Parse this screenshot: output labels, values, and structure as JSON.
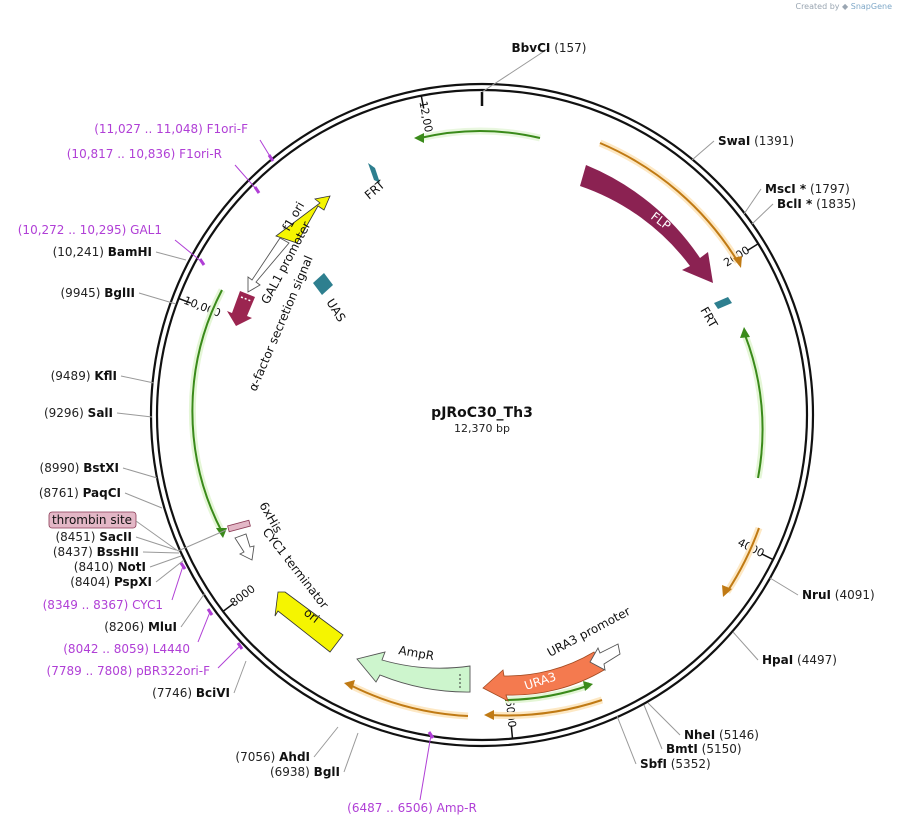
{
  "credit": {
    "prefix": "Created by",
    "brand": "SnapGene"
  },
  "plasmid": {
    "name": "pJRoC30_Th3",
    "length_label": "12,370 bp",
    "length": 12370
  },
  "ticks": [
    {
      "label": "2000",
      "bp": 2000
    },
    {
      "label": "4000",
      "bp": 4000
    },
    {
      "label": "6000",
      "bp": 6000
    },
    {
      "label": "8000",
      "bp": 8000
    },
    {
      "label": "10,000",
      "bp": 10000
    },
    {
      "label": "12,000",
      "bp": 12000
    }
  ],
  "sites": [
    {
      "name": "BbvCI",
      "pos": "(157)",
      "bp": 157
    },
    {
      "name": "SwaI",
      "pos": "(1391)",
      "bp": 1391
    },
    {
      "name": "MscI *",
      "pos": "(1797)",
      "bp": 1797
    },
    {
      "name": "BclI *",
      "pos": "(1835)",
      "bp": 1835
    },
    {
      "name": "NruI",
      "pos": "(4091)",
      "bp": 4091
    },
    {
      "name": "HpaI",
      "pos": "(4497)",
      "bp": 4497
    },
    {
      "name": "NheI",
      "pos": "(5146)",
      "bp": 5146
    },
    {
      "name": "BmtI",
      "pos": "(5150)",
      "bp": 5150
    },
    {
      "name": "SbfI",
      "pos": "(5352)",
      "bp": 5352
    },
    {
      "name": "AhdI",
      "pos": "(7056)",
      "bp": 7056
    },
    {
      "name": "BglI",
      "pos": "(6938)",
      "bp": 6938
    },
    {
      "name": "BciVI",
      "pos": "(7746)",
      "bp": 7746
    },
    {
      "name": "MluI",
      "pos": "(8206)",
      "bp": 8206
    },
    {
      "name": "PspXI",
      "pos": "(8404)",
      "bp": 8404
    },
    {
      "name": "NotI",
      "pos": "(8410)",
      "bp": 8410
    },
    {
      "name": "BssHII",
      "pos": "(8437)",
      "bp": 8437
    },
    {
      "name": "SacII",
      "pos": "(8451)",
      "bp": 8451
    },
    {
      "name": "PaqCI",
      "pos": "(8761)",
      "bp": 8761
    },
    {
      "name": "BstXI",
      "pos": "(8990)",
      "bp": 8990
    },
    {
      "name": "SalI",
      "pos": "(9296)",
      "bp": 9296
    },
    {
      "name": "KflI",
      "pos": "(9489)",
      "bp": 9489
    },
    {
      "name": "BglII",
      "pos": "(9945)",
      "bp": 9945
    },
    {
      "name": "BamHI",
      "pos": "(10,241)",
      "bp": 10241
    }
  ],
  "primers": [
    {
      "range": "(11,027 .. 11,048)",
      "name": "F1ori-F",
      "bp": 11037
    },
    {
      "range": "(10,817 .. 10,836)",
      "name": "F1ori-R",
      "bp": 10826
    },
    {
      "range": "(10,272 .. 10,295)",
      "name": "GAL1",
      "bp": 10283
    },
    {
      "range": "(8349 .. 8367)",
      "name": "CYC1",
      "bp": 8358
    },
    {
      "range": "(8042 .. 8059)",
      "name": "L4440",
      "bp": 8050
    },
    {
      "range": "(7789 .. 7808)",
      "name": "pBR322ori-F",
      "bp": 7798
    },
    {
      "range": "(6487 .. 6506)",
      "name": "Amp-R",
      "bp": 6496
    }
  ],
  "thrombin_site": "thrombin site",
  "features": {
    "FLP": "FLP",
    "FRT_top": "FRT",
    "FRT_right": "FRT",
    "UAS": "UAS",
    "f1_ori": "f1 ori",
    "GAL1_promoter": "GAL1 promoter",
    "alpha_factor": "α-factor secretion signal",
    "sixHis": "6xHis",
    "CYC1_terminator": "CYC1 terminator",
    "ori": "ori",
    "AmpR": "AmpR",
    "URA3": "URA3",
    "URA3_promoter": "URA3 promoter"
  },
  "colors": {
    "FLP": "#8b2252",
    "FRT": "#2e7f8f",
    "UAS": "#2e7f8f",
    "f1_ori": "#f5f500",
    "ori": "#f5f500",
    "AmpR": "#cdf5cd",
    "URA3": "#f47a4f",
    "alpha_factor": "#9b2550",
    "orf_green": "#3a8a1a",
    "orf_orange": "#c07a14",
    "primer": "#b03fd6",
    "thrombin_fill": "#e3b7c6"
  }
}
